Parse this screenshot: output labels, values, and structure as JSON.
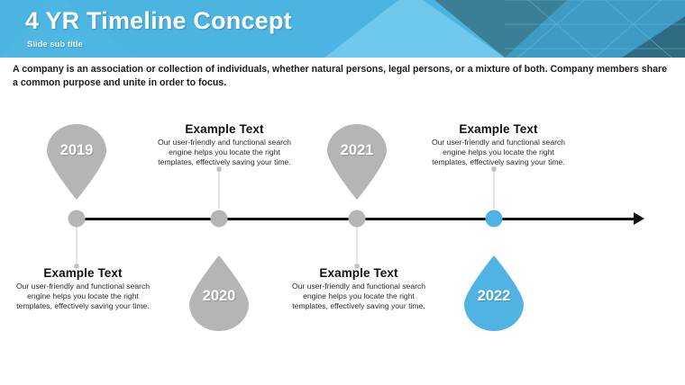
{
  "header": {
    "title": "4 YR Timeline Concept",
    "subtitle": "Slide sub title",
    "base_color": "#4BB4E0",
    "light_color": "#6FC8EE",
    "dark_color": "#3A7F96",
    "mid_color": "#3E9BC4"
  },
  "intro": {
    "paragraph": "A company is an association or collection of individuals, whether natural persons, legal persons, or a mixture of both. Company members share a common purpose and unite in order to focus."
  },
  "timeline": {
    "line_color": "#111111",
    "inactive_color": "#b5b5b5",
    "active_color": "#4FB3E3",
    "nodes": [
      {
        "year": "2019",
        "pin_direction": "down",
        "text_position": "below",
        "active": false,
        "heading": "Example Text",
        "body": "Our user-friendly and functional search engine helps you locate the right templates, effectively saving your time."
      },
      {
        "year": "2020",
        "pin_direction": "up",
        "text_position": "above",
        "active": false,
        "heading": "Example Text",
        "body": "Our user-friendly and functional search engine helps you locate the right templates, effectively saving your time."
      },
      {
        "year": "2021",
        "pin_direction": "down",
        "text_position": "below",
        "active": false,
        "heading": "Example Text",
        "body": "Our user-friendly and functional search engine helps you locate the right templates, effectively saving your time."
      },
      {
        "year": "2022",
        "pin_direction": "up",
        "text_position": "above",
        "active": true,
        "heading": "Example Text",
        "body": "Our user-friendly and functional search engine helps you locate the right templates, effectively saving your time."
      }
    ]
  }
}
